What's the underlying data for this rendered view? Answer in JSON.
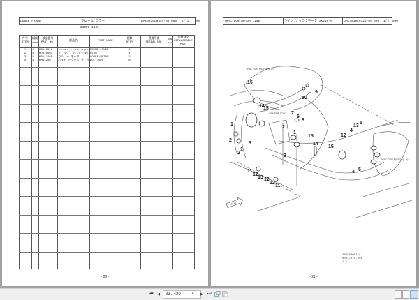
{
  "viewer": {
    "current_page": "33 / 430",
    "view_modes": [
      {
        "name": "single-page",
        "active": false
      },
      {
        "name": "continuous",
        "active": false
      },
      {
        "name": "two-page",
        "active": true
      }
    ],
    "icons": {
      "first": "⏮",
      "prev": "◀",
      "next": "▶",
      "last": "⏭",
      "dropdown": "▾"
    }
  },
  "left_page": {
    "header": {
      "title": "LOWER FRAME",
      "title_jp": "フレーム,ロワー",
      "doc_no": "BAE0010L0345-00",
      "rev": "000",
      "sheet": "2/ 2",
      "extra": "000"
    },
    "subtitle": "210F8 1101—",
    "table": {
      "headers": [
        {
          "jp": "件号",
          "en": "ITEM"
        },
        {
          "jp": "構成",
          "en": "COMPO"
        },
        {
          "jp": "部品番号",
          "en": "PART NO."
        },
        {
          "jp": "部品名",
          "en": ""
        },
        {
          "jp": "",
          "en": "PART  NAME"
        },
        {
          "jp": "個数",
          "en": "Q'TY"
        },
        {
          "jp": "",
          "en": ""
        },
        {
          "jp": "適用号機",
          "en": "SERIAL_NO."
        },
        {
          "jp": "互換",
          "en": "ICA"
        },
        {
          "jp": "代替部品",
          "en": "REPLACEABLE PART"
        }
      ],
      "rows": [
        {
          "item": "1",
          "compo": "1",
          "part_no": "KRA10010",
          "name_jp": "フレーム,ロワー ツヤケシ゛",
          "name_en": "FRAME:LOWER",
          "qty": "1"
        },
        {
          "item": "2",
          "compo": "1",
          "part_no": "MO010603",
          "name_jp": "フ゛ラク゛ P-1ｹﾞﾀ\"19",
          "name_en": "PLUG",
          "qty": "1"
        },
        {
          "item": "3",
          "compo": "1",
          "part_no": "KRA17160",
          "name_jp": "カハ゛ー モータ",
          "name_en": "COVER:MOTOR",
          "qty": "2"
        },
        {
          "item": "4",
          "compo": "1",
          "part_no": "KMN1208",
          "name_jp": "ボルト トクシュ ザ゛ガネ ｲﾘ",
          "name_en": "BOLT:SPL",
          "qty": "8"
        }
      ]
    },
    "page_number": "- 20 -"
  },
  "right_page": {
    "header": {
      "title": "TRACTION MOTOR LINE",
      "title_jp": "ライン,ソウコウモータ SK210-6",
      "doc_no": "DAE3010L0124-00",
      "rev": "000",
      "sheet": "1/2",
      "extra": "000"
    },
    "diagram": {
      "labels": [
        "TRACTION MOTOR(L.H)",
        "CENTER JOINT",
        "TRACTION MOTOR(L.H)",
        "FRONT"
      ],
      "callouts": [
        "15",
        "9",
        "10",
        "14",
        "15",
        "7",
        "6",
        "8",
        "1",
        "2",
        "1",
        "2",
        "3",
        "2",
        "1",
        "15",
        "14",
        "3",
        "15",
        "13",
        "5",
        "4",
        "12",
        "11",
        "12",
        "13",
        "12",
        "12",
        "11",
        "4",
        "5"
      ]
    },
    "reference": [
      "TSUKA0003-0",
      "KRA17070-001",
      "1-1"
    ],
    "page_number": "- 21 -"
  }
}
